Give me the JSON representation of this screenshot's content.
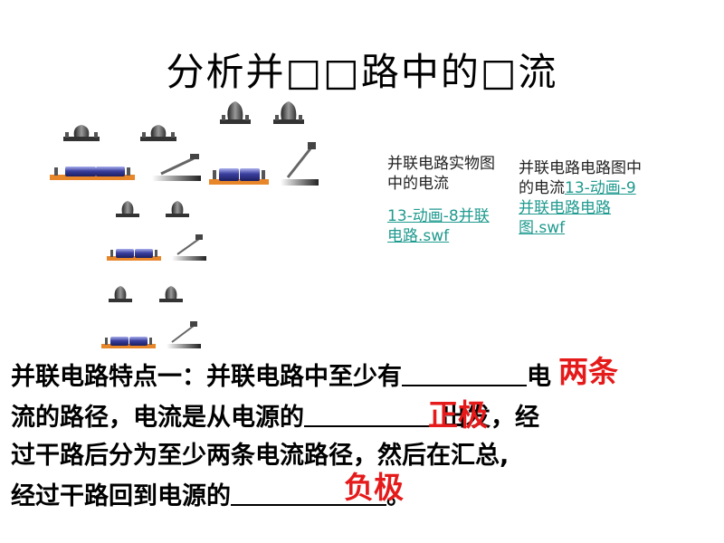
{
  "title": "分析并□□路中的□流",
  "notes": [
    {
      "text": "并联电路实物图中的电流",
      "link": "13-动画-8并联电路.swf"
    },
    {
      "text": "并联电路电路图中的电流",
      "link": "13-动画-9并联电路电路图.swf"
    }
  ],
  "paragraph": {
    "line1_a": "并联电路特点一：并联电路中至少有",
    "line1_b": "电",
    "line2_a": "流的路径，电流是从电源的",
    "line2_b": "出发，经",
    "line3": "过干路后分为至少两条电流路径，然后在汇总,",
    "line4_a": "经过干路回到电源的",
    "line4_b": "。"
  },
  "answers": {
    "a1": "两条",
    "a2": "正极",
    "a3": "负极"
  },
  "colors": {
    "answer": "#e51a1a",
    "link": "#1f9a8f",
    "battery": "#3a3f9e",
    "base": "#e8862a"
  }
}
